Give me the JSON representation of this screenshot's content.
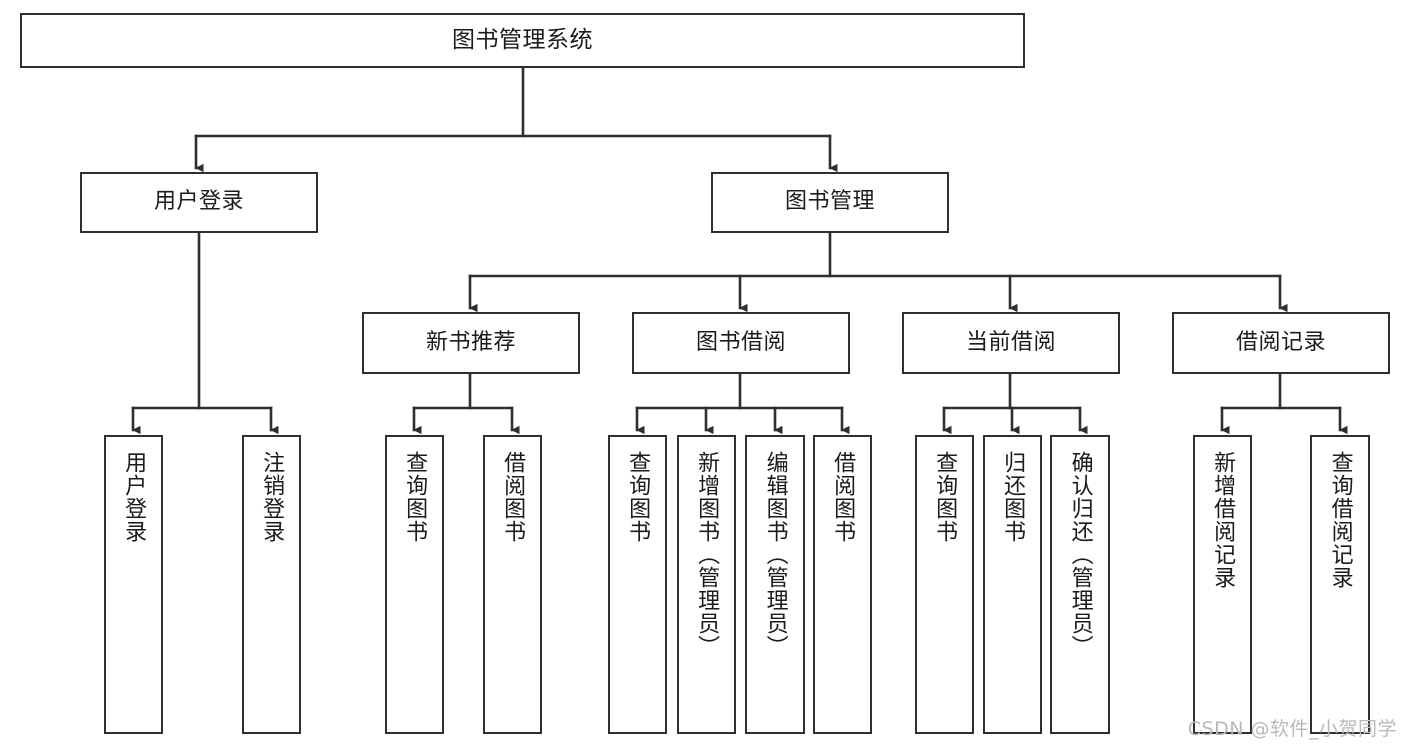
{
  "diagram": {
    "type": "tree",
    "title": "图书管理系统",
    "watermark": "CSDN @软件_小贺同学",
    "colors": {
      "stroke": "#2e2e33",
      "fill": "#ffffff",
      "text": "#1b1b1f",
      "watermark": "#b9b9bd"
    },
    "levels": {
      "root": {
        "label": "图书管理系统"
      },
      "level2": [
        {
          "label": "用户登录"
        },
        {
          "label": "图书管理"
        }
      ],
      "level3": [
        {
          "label": "新书推荐"
        },
        {
          "label": "图书借阅"
        },
        {
          "label": "当前借阅"
        },
        {
          "label": "借阅记录"
        }
      ],
      "leaves": {
        "user_login": [
          {
            "label": "用户登录"
          },
          {
            "label": "注销登录"
          }
        ],
        "new_book_recommend": [
          {
            "label": "查询图书"
          },
          {
            "label": "借阅图书"
          }
        ],
        "book_borrow": [
          {
            "label": "查询图书"
          },
          {
            "label": "新增图书（管理员）"
          },
          {
            "label": "编辑图书（管理员）"
          },
          {
            "label": "借阅图书"
          }
        ],
        "current_borrow": [
          {
            "label": "查询图书"
          },
          {
            "label": "归还图书"
          },
          {
            "label": "确认归还（管理员）"
          }
        ],
        "borrow_record": [
          {
            "label": "新增借阅记录"
          },
          {
            "label": "查询借阅记录"
          }
        ]
      }
    }
  }
}
